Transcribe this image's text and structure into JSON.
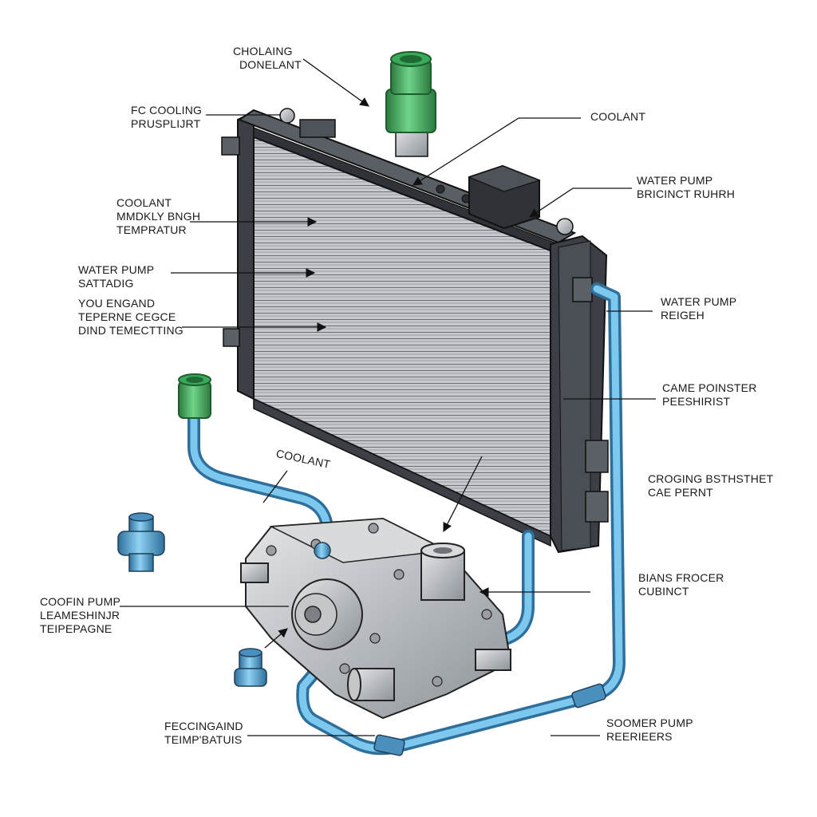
{
  "labels": {
    "top_coolant": [
      "CHOLAING",
      "DONELANT"
    ],
    "fc_cooling": [
      "FC COOLING",
      "PRUSPLIJRT"
    ],
    "coolant_right_top": [
      "COOLANT"
    ],
    "coolant_temp": [
      "COOLANT",
      "MMDKLY BNGH",
      "TEMPRATUR"
    ],
    "water_pump_bracket": [
      "WATER PUMP",
      "BRICINCT RUHRH"
    ],
    "water_pump_left": [
      "WATER PUMP",
      "SATTADIG"
    ],
    "you_engand": [
      "YOU ENGAND",
      "TEPERNE CEGCE",
      "DIND TEMECTTING"
    ],
    "water_pump_right": [
      "WATER PUMP",
      "REIGEH"
    ],
    "came_poinster": [
      "CAME POINSTER",
      "PEESHIRIST"
    ],
    "coolant_mid": [
      "COOLANT"
    ],
    "croging": [
      "CROGING BSTHSTHET",
      "CAE PERNT"
    ],
    "coofin_pump": [
      "COOFIN PUMP",
      "LEAMESHINJR",
      "TEIPEPAGNE"
    ],
    "bians_frocer": [
      "BIANS FROCER",
      "CUBINCT"
    ],
    "feccingaind": [
      "FECCINGAIND",
      "TEIMP'BATUIS"
    ],
    "soomer_pump": [
      "SOOMER PUMP",
      "REERIEERS"
    ]
  },
  "colors": {
    "ink": "#1a1a1a",
    "radiator_frame": "#3c4046",
    "radiator_core": "#b9bcc1",
    "hose_blue": "#5fb4e4",
    "hose_blue_dark": "#2f6f9a",
    "cap_green": "#4fbf6a",
    "cap_green_dark": "#2c7a3f",
    "pump_metal": "#c9cccf",
    "pump_metal_dark": "#6e7276"
  },
  "icons": [
    "radiator",
    "water-pump",
    "coolant-cap",
    "hose-fitting"
  ]
}
